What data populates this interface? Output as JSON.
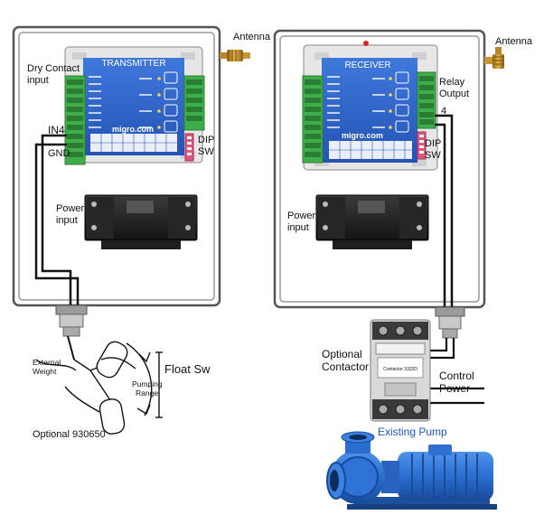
{
  "transmitter": {
    "title": "TRANSMITTER",
    "brand": "migro.com",
    "antenna": "Antenna",
    "dry_contact_line1": "Dry Contact",
    "dry_contact_line2": "input",
    "in4": "IN4",
    "gnd": "GND",
    "dip_line1": "DIP",
    "dip_line2": "SW",
    "power_line1": "Power",
    "power_line2": "input"
  },
  "receiver": {
    "title": "RECEIVER",
    "brand": "migro.com",
    "antenna": "Antenna",
    "relay_line1": "Relay",
    "relay_line2": "Output",
    "relay_num": "4",
    "dip_line1": "DIP",
    "dip_line2": "SW",
    "power_line1": "Power",
    "power_line2": "input"
  },
  "float": {
    "label": "Float Sw",
    "weight_line1": "External",
    "weight_line2": "Weight",
    "range_line1": "Pumping",
    "range_line2": "Range",
    "optional": "Optional 930650"
  },
  "contactor": {
    "optional_line1": "Optional",
    "optional_line2": "Contactor",
    "control_line1": "Control",
    "control_line2": "Power",
    "device_label": "Contactor 3332D"
  },
  "pump": {
    "label": "Existing Pump"
  },
  "colors": {
    "board_blue": "#2f63c9",
    "terminal_green": "#3fae4a",
    "dip_pink": "#e0557a",
    "pump_blue": "#2a6fd0",
    "pump_label_blue": "#1f55c4",
    "wire": "#111111"
  }
}
